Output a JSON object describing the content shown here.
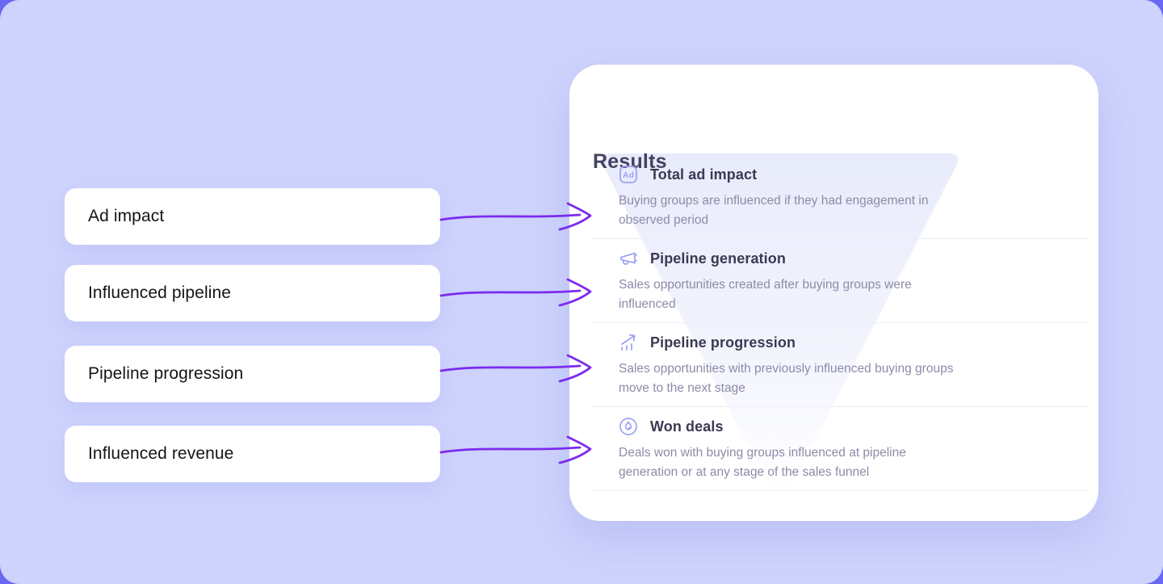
{
  "colors": {
    "page-outer": "#6a67f2",
    "page-bg": "#cdd3fc",
    "card-bg": "#ffffff",
    "accent-arrow": "#7c2bee",
    "icon": "#9da3f2",
    "funnel": "#e8ebfb",
    "title": "#454260",
    "item-title": "#3c3954",
    "item-desc": "#8e8ba8",
    "label-text": "#141419",
    "divider": "#ededf7"
  },
  "flow_labels": [
    {
      "text": "Ad impact"
    },
    {
      "text": "Influenced pipeline"
    },
    {
      "text": "Pipeline progression"
    },
    {
      "text": "Influenced revenue"
    }
  ],
  "results_card": {
    "title": "Results",
    "items": [
      {
        "icon": "ad-badge-icon",
        "icon_text": "Ad",
        "title": "Total ad impact",
        "description": "Buying groups are influenced if they had engagement in observed period"
      },
      {
        "icon": "megaphone-icon",
        "title": "Pipeline generation",
        "description": "Sales opportunities created after buying groups were influenced"
      },
      {
        "icon": "growth-chart-icon",
        "title": "Pipeline progression",
        "description": "Sales opportunities with previously influenced buying groups move to the next stage"
      },
      {
        "icon": "flame-circle-icon",
        "title": "Won deals",
        "description": "Deals won with buying groups influenced at pipeline generation or at any stage of the sales funnel"
      }
    ]
  }
}
